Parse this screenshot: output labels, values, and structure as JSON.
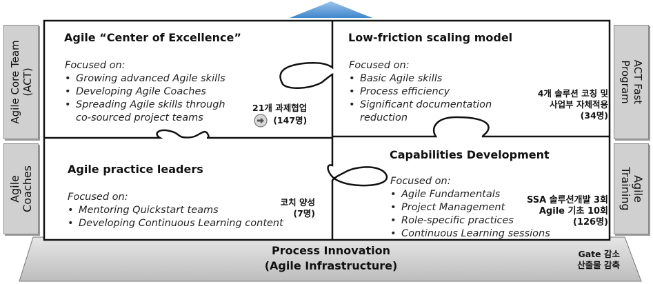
{
  "side_labels": {
    "left_top": [
      "Agile Core Team",
      "(ACT)"
    ],
    "left_bottom": [
      "Agile",
      "Coaches"
    ],
    "right_top": [
      "ACT Fast",
      "Program"
    ],
    "right_bottom": [
      "Agile",
      "Training"
    ]
  },
  "quadrants": [
    {
      "title": "Agile “Center of Excellence”",
      "focus_label": "Focused on:",
      "items": [
        "Growing advanced Agile skills",
        "Developing Agile Coaches",
        "Spreading Agile skills through",
        "co-sourced project teams"
      ],
      "note": [
        "21개 과제협업",
        "(147명)"
      ]
    },
    {
      "title": "Low-friction scaling model",
      "focus_label": "Focused on:",
      "items": [
        "Basic Agile skills",
        "Process efficiency",
        "Significant documentation",
        "reduction"
      ],
      "note": [
        "4개 솔루션 코칭 및",
        "사업부 자체적용",
        "(34명)"
      ]
    },
    {
      "title": "Agile practice leaders",
      "focus_label": "Focused on:",
      "items": [
        "Mentoring Quickstart teams",
        "Developing Continuous Learning content"
      ],
      "note": [
        "코치 양성",
        "(7명)"
      ]
    },
    {
      "title": "Capabilities Development",
      "focus_label": "Focused on:",
      "items": [
        "Agile Fundamentals",
        "Project Management",
        "Role-specific practices",
        "Continuous Learning sessions"
      ],
      "note": [
        "SSA 솔루션개발 3회",
        "Agile 기초 10회",
        "(126명)"
      ]
    }
  ],
  "base": {
    "title_line1": "Process Innovation",
    "title_line2": "(Agile Infrastructure)",
    "note_line1": "Gate 감소",
    "note_line2": "산출물 감축"
  },
  "colors": {
    "roof": "#5b9bd5",
    "side_panel": "#d0d0d0",
    "base": "#d4d4d4",
    "border": "#111111"
  }
}
